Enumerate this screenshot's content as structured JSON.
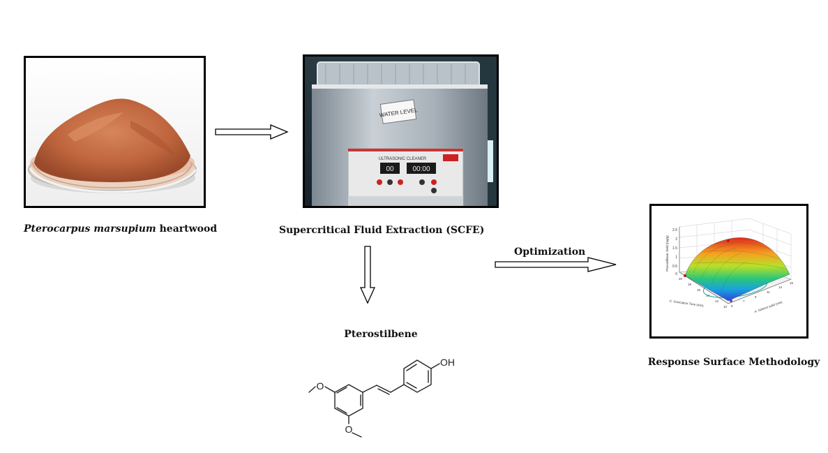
{
  "captions": {
    "source": {
      "species": "Pterocarpus marsupium",
      "part": " heartwood"
    },
    "extraction": "Supercritical Fluid Extraction (SCFE)",
    "optimization": "Optimization",
    "product": "Pterostilbene",
    "rsm": "Response Surface Methodology"
  },
  "ultrasonic": {
    "water_level": "WATER LEVEL",
    "panel_title": "ULTRASONIC CLEANER",
    "display_left": "00",
    "display_right": "00:00"
  },
  "molecule": {
    "hydroxyl": "OH"
  },
  "rsm_axes": {
    "z_label": "Pterostilbene Yield (mg/g)",
    "z_ticks": [
      "2.5",
      "2",
      "1.5",
      "1",
      "0.5",
      "0"
    ],
    "x_label": "A: Solvent solid (v/w)",
    "y_label": "C: Sonication Time (min)",
    "x_ticks": [
      "5",
      "7",
      "9",
      "11",
      "13",
      "15"
    ],
    "y_ticks": [
      "20",
      "18",
      "16",
      "14",
      "12",
      "10"
    ]
  }
}
